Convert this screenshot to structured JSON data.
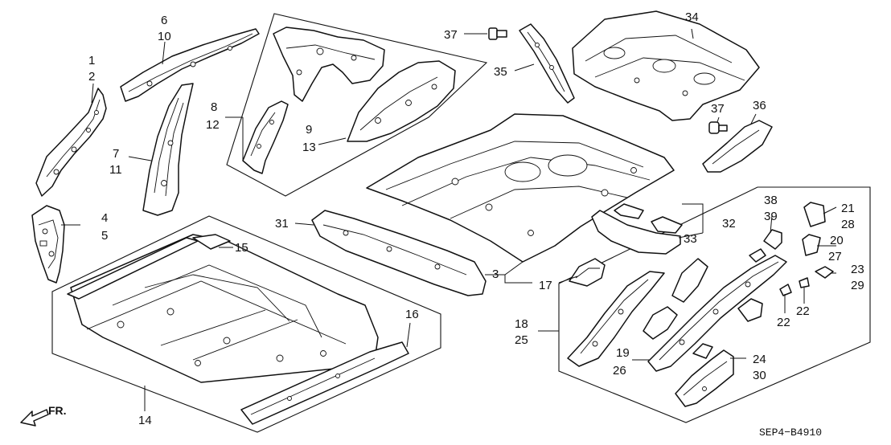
{
  "callouts": {
    "c1": "1",
    "c2": "2",
    "c3": "3",
    "c4": "4",
    "c5": "5",
    "c6": "6",
    "c7": "7",
    "c8": "8",
    "c9": "9",
    "c10": "10",
    "c11": "11",
    "c12": "12",
    "c13": "13",
    "c14": "14",
    "c15": "15",
    "c16": "16",
    "c17": "17",
    "c18": "18",
    "c19": "19",
    "c20": "20",
    "c21": "21",
    "c22a": "22",
    "c22b": "22",
    "c23": "23",
    "c24": "24",
    "c25": "25",
    "c26": "26",
    "c27": "27",
    "c28": "28",
    "c29": "29",
    "c30": "30",
    "c31": "31",
    "c32": "32",
    "c33": "33",
    "c34": "34",
    "c35": "35",
    "c36": "36",
    "c37a": "37",
    "c37b": "37",
    "c38": "38",
    "c39": "39"
  },
  "direction_label": "FR.",
  "diagram_code": "SEP4−B4910"
}
